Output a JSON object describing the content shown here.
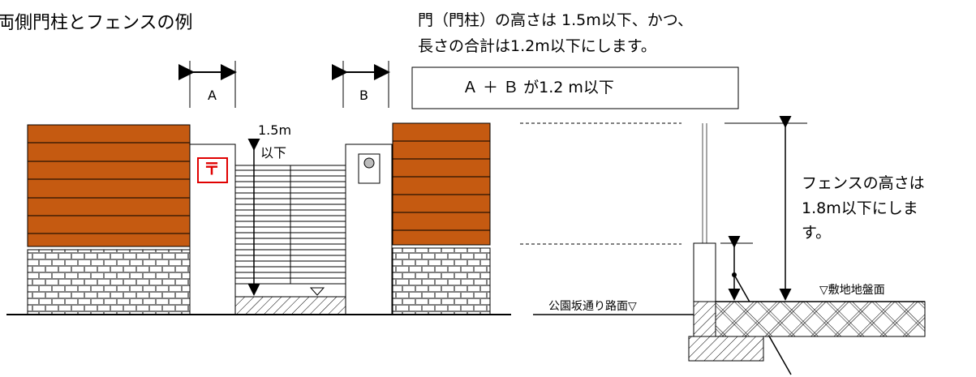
{
  "title": "両側門柱とフェンスの例",
  "note_line1": "門（門柱）の高さは 1.5m以下、かつ、",
  "note_line2": "長さの合計は1.2m以下にします。",
  "label_a": "A",
  "label_b": "B",
  "box_text": "Ａ ＋ Ｂ が1.2 m以下",
  "gate_height_line1": "1.5m",
  "gate_height_line2": "以下",
  "post_mark": "〒",
  "fence_height_line1": "フェンスの高さは",
  "fence_height_line2": "1.8m以下にしま",
  "fence_height_line3": "す。",
  "road_surface": "公園坂通り路面▽",
  "site_ground": "▽敷地地盤面",
  "colors": {
    "wood": "#c55a11",
    "brick": "#7f7f7f",
    "mail_red": "#e00000"
  }
}
